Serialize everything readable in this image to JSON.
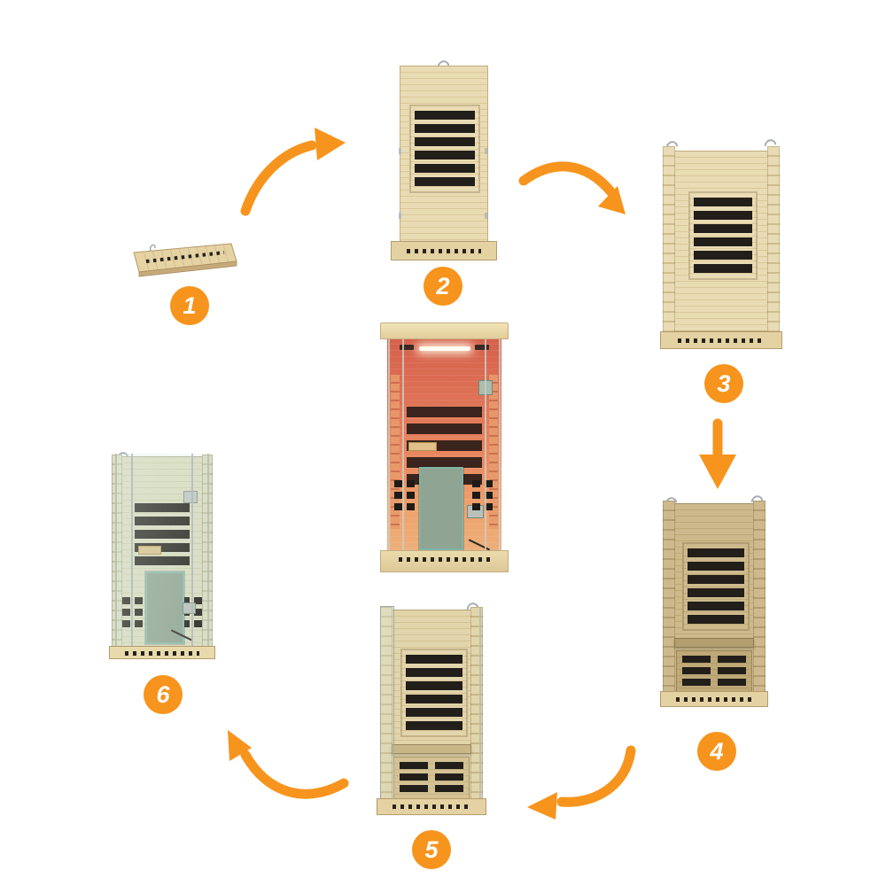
{
  "page": {
    "background": "#FFFFFF"
  },
  "palette": {
    "accent_orange": "#F7941D",
    "badge_number_color": "#FFFFFF",
    "wood_light": "#E9DCB4",
    "wood_olive": "#CDB98C",
    "wood_green_tint": "#DCDEC2",
    "interior_glow_red": "#DE7156",
    "heater_panel_black": "#221E1A",
    "door_glass_green": "#8FA492"
  },
  "steps": [
    {
      "number": "1",
      "icon": "sauna-floor-base-panel"
    },
    {
      "number": "2",
      "icon": "back-panel-mounted-on-base"
    },
    {
      "number": "3",
      "icon": "side-walls-attached"
    },
    {
      "number": "4",
      "icon": "bench-and-lower-heaters-installed"
    },
    {
      "number": "5",
      "icon": "front-glass-edge-attached"
    },
    {
      "number": "6",
      "icon": "completed-sauna-with-glass-door"
    }
  ],
  "center_figure": {
    "icon": "finished-sauna-interior-lit-red"
  },
  "arrows": [
    {
      "icon": "curved-arrow-step1-to-step2"
    },
    {
      "icon": "curved-arrow-step2-to-step3"
    },
    {
      "icon": "straight-down-arrow-step3-to-step4"
    },
    {
      "icon": "curved-arrow-step4-to-step5"
    },
    {
      "icon": "curved-arrow-step5-to-step6"
    }
  ]
}
